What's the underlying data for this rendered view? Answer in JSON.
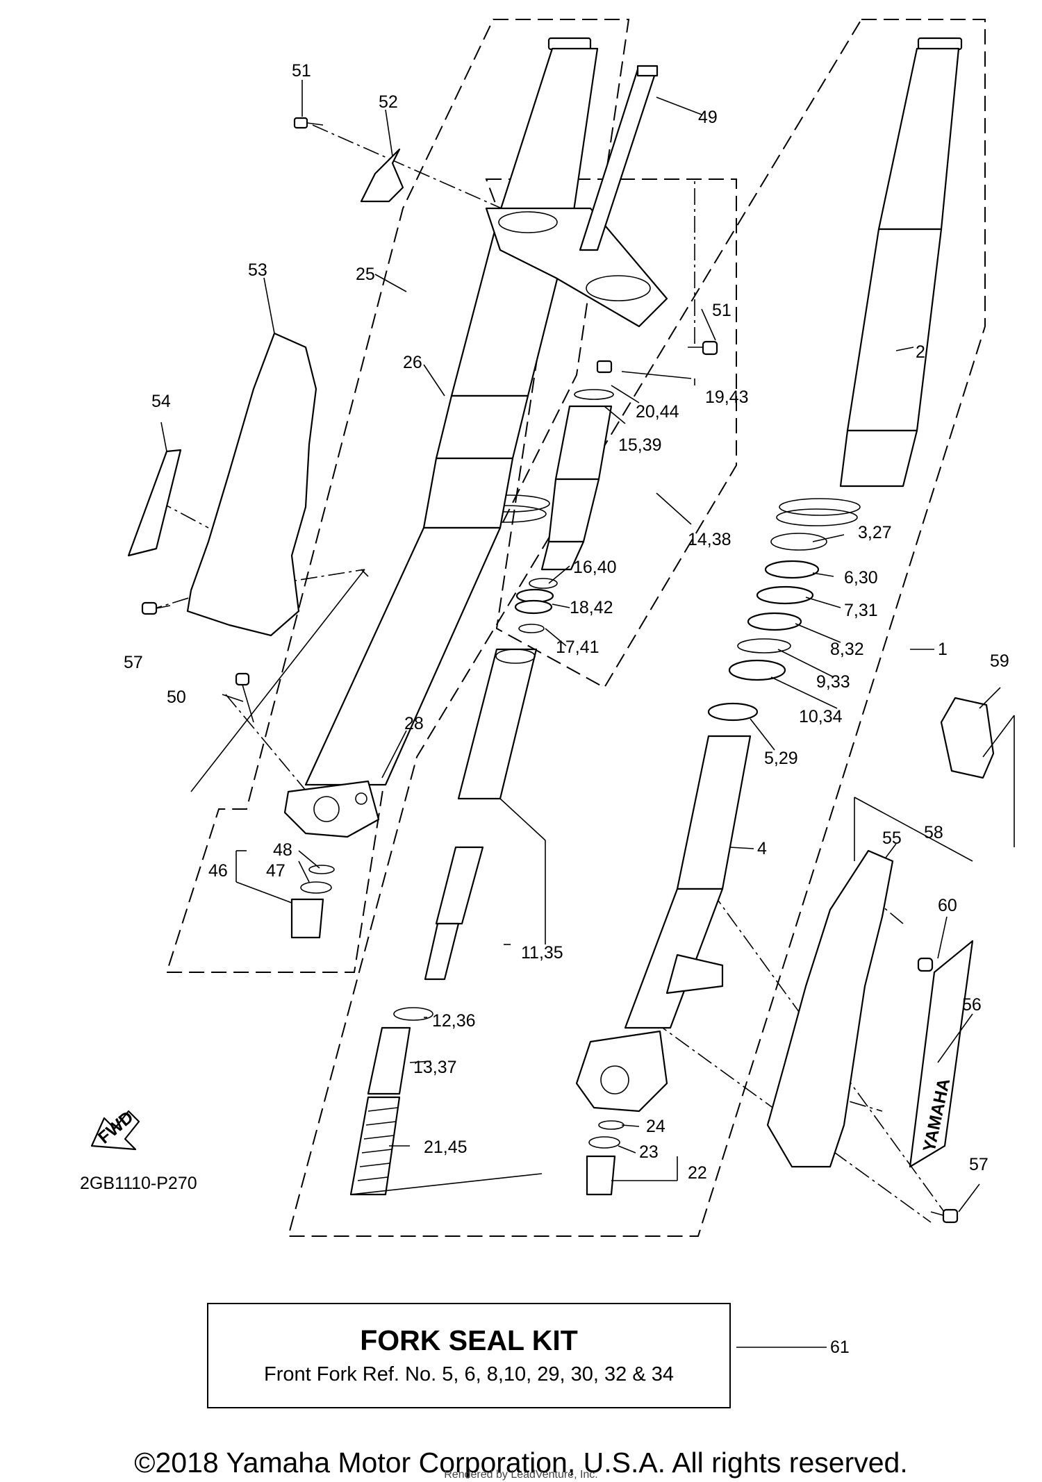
{
  "diagram": {
    "drawing_code": "2GB1110-P270",
    "fwd_label": "FWD",
    "brand_decal_text": "YAMAHA",
    "labels": {
      "p1": "1",
      "p2": "2",
      "p3_27": "3,27",
      "p4": "4",
      "p5_29": "5,29",
      "p6_30": "6,30",
      "p7_31": "7,31",
      "p8_32": "8,32",
      "p9_33": "9,33",
      "p10_34": "10,34",
      "p11_35": "11,35",
      "p12_36": "12,36",
      "p13_37": "13,37",
      "p14_38": "14,38",
      "p15_39": "15,39",
      "p16_40": "16,40",
      "p17_41": "17,41",
      "p18_42": "18,42",
      "p19_43": "19,43",
      "p20_44": "20,44",
      "p21_45": "21,45",
      "p22": "22",
      "p23": "23",
      "p24": "24",
      "p25": "25",
      "p26": "26",
      "p28": "28",
      "p46": "46",
      "p47": "47",
      "p48": "48",
      "p49": "49",
      "p50": "50",
      "p51a": "51",
      "p51b": "51",
      "p52": "52",
      "p53": "53",
      "p54": "54",
      "p55": "55",
      "p56": "56",
      "p57a": "57",
      "p57b": "57",
      "p58": "58",
      "p59": "59",
      "p60": "60",
      "p61": "61"
    }
  },
  "kit": {
    "title": "FORK SEAL KIT",
    "description": "Front Fork Ref. No. 5, 6, 8,10, 29, 30, 32 & 34"
  },
  "footer": {
    "copyright": "©2018 Yamaha Motor Corporation, U.S.A. All rights reserved.",
    "rendered_by": "Rendered by LeadVenture, Inc."
  }
}
